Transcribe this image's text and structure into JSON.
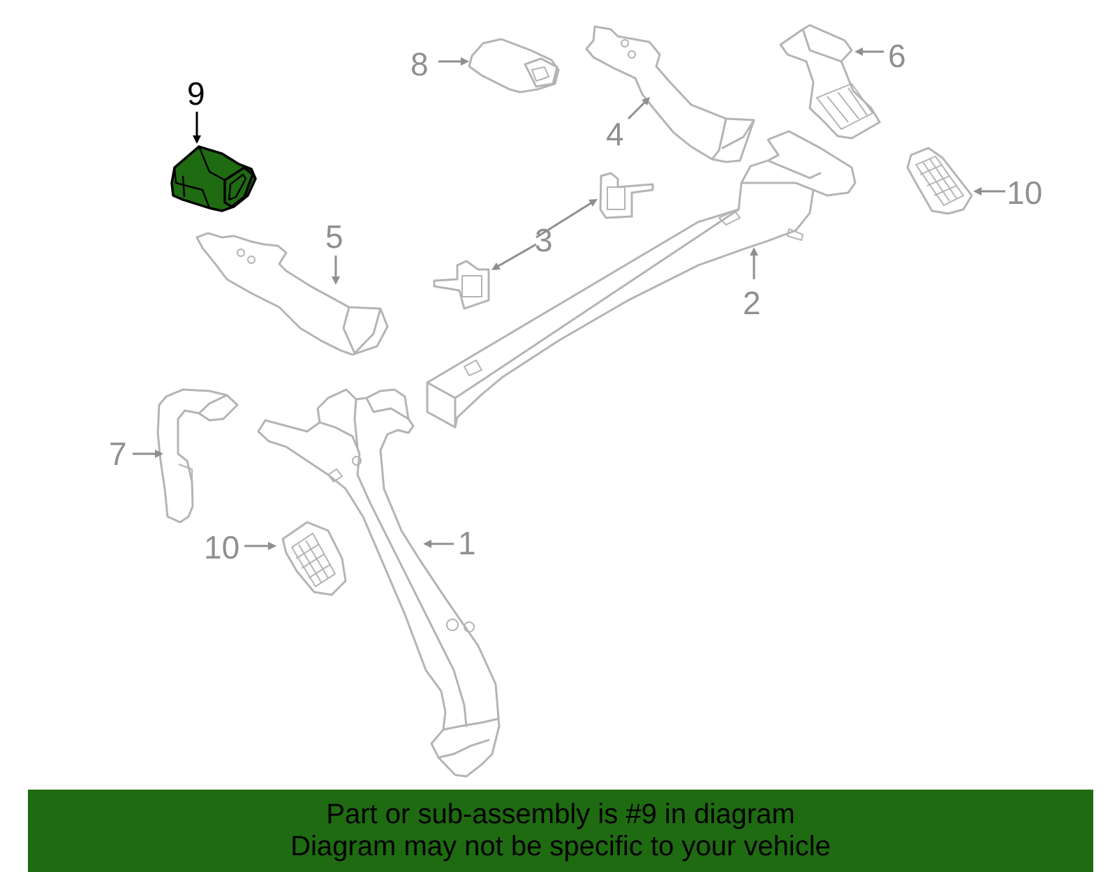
{
  "diagram": {
    "highlighted_part": "9",
    "callouts": [
      "1",
      "2",
      "3",
      "4",
      "5",
      "6",
      "7",
      "8",
      "9",
      "10",
      "10"
    ],
    "colors": {
      "highlight": "#1f6b12",
      "banner": "#1f6b12",
      "parts": "#b4b4b4",
      "labels": "#8f8f8f"
    }
  },
  "banner": {
    "line1": "Part or sub-assembly is #9 in diagram",
    "line2": "Diagram may not be specific to your vehicle"
  }
}
